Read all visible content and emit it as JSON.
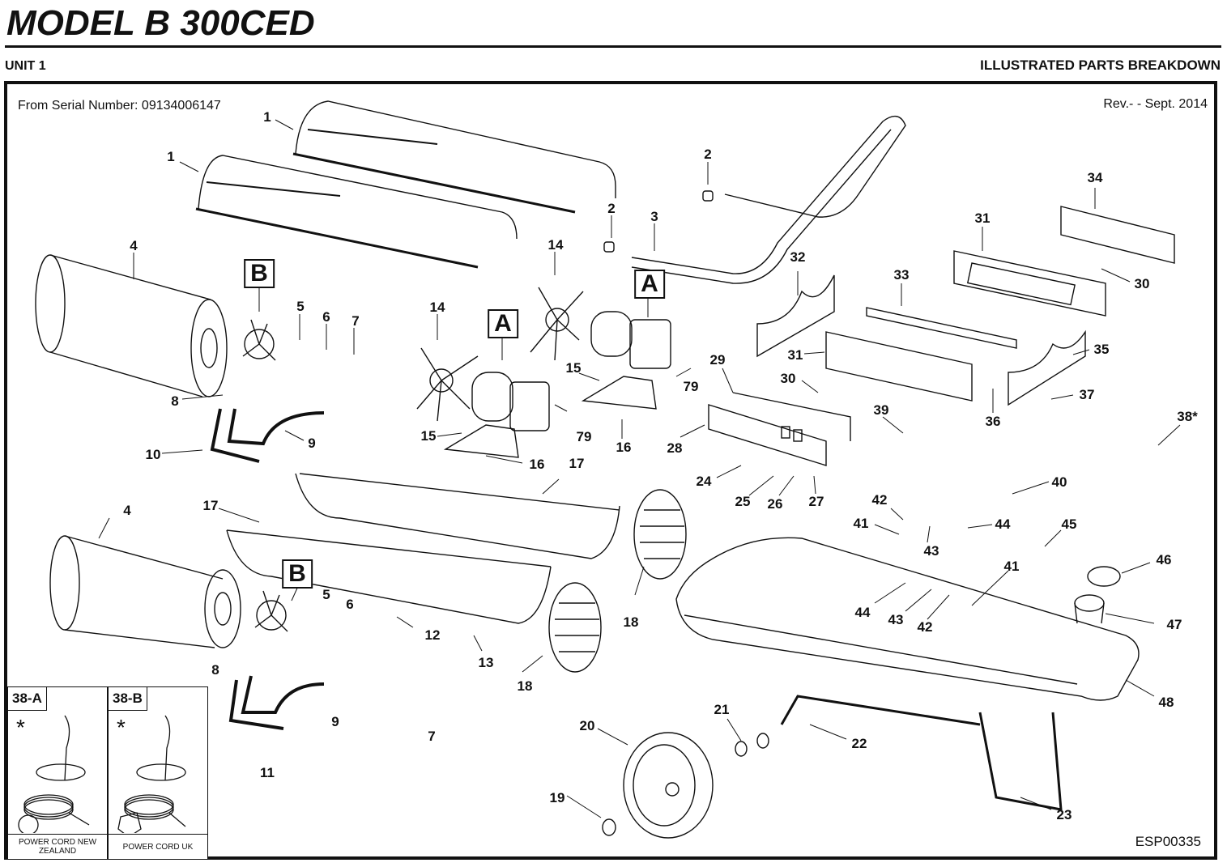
{
  "header": {
    "title": "MODEL B 300CED",
    "unit": "UNIT 1",
    "section": "ILLUSTRATED PARTS BREAKDOWN"
  },
  "meta": {
    "serial": "From Serial Number:  09134006147",
    "revision": "Rev.- - Sept. 2014",
    "drawing_id": "ESP00335"
  },
  "assembly_labels": {
    "a": "A",
    "b": "B"
  },
  "callouts": {
    "c1a": "1",
    "c1b": "1",
    "c2a": "2",
    "c2b": "2",
    "c3": "3",
    "c4a": "4",
    "c4b": "4",
    "c5a": "5",
    "c5b": "5",
    "c6a": "6",
    "c6b": "6",
    "c7a": "7",
    "c7b": "7",
    "c8a": "8",
    "c8b": "8",
    "c9a": "9",
    "c9b": "9",
    "c10": "10",
    "c11": "11",
    "c12": "12",
    "c13": "13",
    "c14a": "14",
    "c14b": "14",
    "c15a": "15",
    "c15b": "15",
    "c16a": "16",
    "c16b": "16",
    "c17a": "17",
    "c17b": "17",
    "c18a": "18",
    "c18b": "18",
    "c19": "19",
    "c20": "20",
    "c21": "21",
    "c22": "22",
    "c23": "23",
    "c24": "24",
    "c25": "25",
    "c26": "26",
    "c27": "27",
    "c28": "28",
    "c29": "29",
    "c30a": "30",
    "c30b": "30",
    "c31a": "31",
    "c31b": "31",
    "c32": "32",
    "c33": "33",
    "c34": "34",
    "c35": "35",
    "c36": "36",
    "c37": "37",
    "c38": "38*",
    "c39": "39",
    "c40": "40",
    "c41a": "41",
    "c41b": "41",
    "c42a": "42",
    "c42b": "42",
    "c43a": "43",
    "c43b": "43",
    "c44a": "44",
    "c44b": "44",
    "c45": "45",
    "c46": "46",
    "c47": "47",
    "c48": "48",
    "c79a": "79",
    "c79b": "79"
  },
  "insets": [
    {
      "tag": "38-A",
      "note": "*",
      "caption": "POWER CORD NEW ZEALAND"
    },
    {
      "tag": "38-B",
      "note": "*",
      "caption": "POWER CORD  UK"
    }
  ]
}
